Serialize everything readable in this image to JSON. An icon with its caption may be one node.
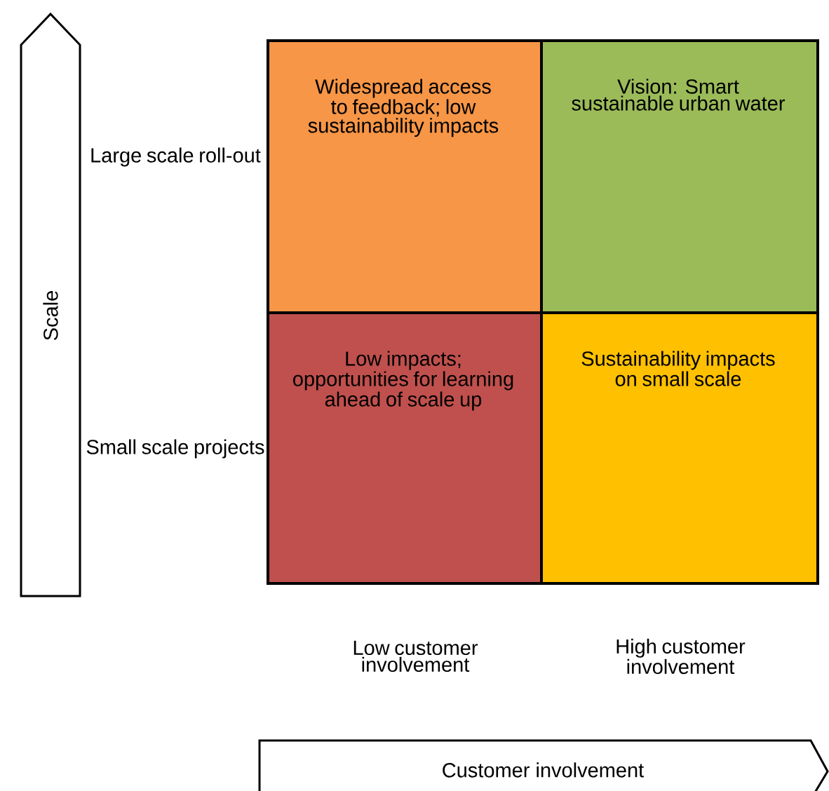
{
  "diagram": {
    "nodes": [
      {
        "text": [
          "Scale"
        ]
      },
      {
        "text": [
          "Widespread access to feedback; low sustainability impacts"
        ]
      },
      {
        "text": [
          "Vision: Smart sustainable urban water"
        ]
      },
      {
        "text": [
          "Low impacts; opportunities for learning ahead of scale up"
        ]
      },
      {
        "text": [
          "Sustainability impacts on small scale"
        ]
      },
      {
        "text": [
          "Customer involvement"
        ]
      }
    ],
    "labels": [
      "Large scale roll-out",
      "Small scale projects",
      "Low customer involvement",
      "High customer involvement"
    ]
  }
}
